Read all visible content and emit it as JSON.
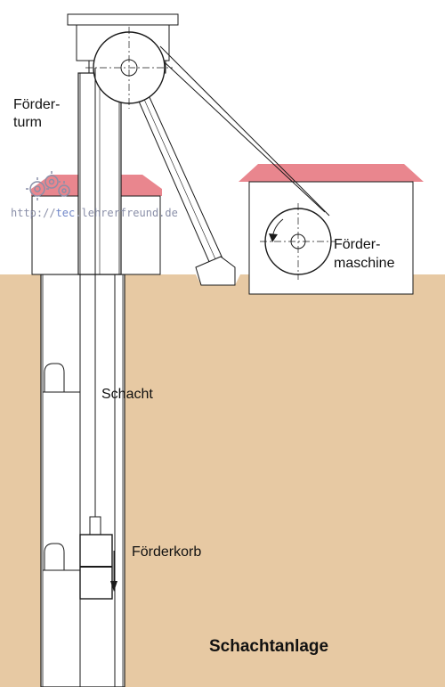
{
  "colors": {
    "ground": "#e7c9a3",
    "roof": "#e9868e",
    "line": "#1a1a1a",
    "building": "#ffffff",
    "watermark": "#8a8fa8"
  },
  "watermark": {
    "prefix": "http://",
    "highlight": "tec",
    "suffix": ".lehrerfreund.de",
    "logo_icon": "gear-logo-icon"
  },
  "labels": {
    "tower_line1": "Förder-",
    "tower_line2": "turm",
    "machine_line1": "Förder-",
    "machine_line2": "maschine",
    "shaft": "Schacht",
    "cage": "Förderkorb",
    "title": "Schachtanlage"
  }
}
